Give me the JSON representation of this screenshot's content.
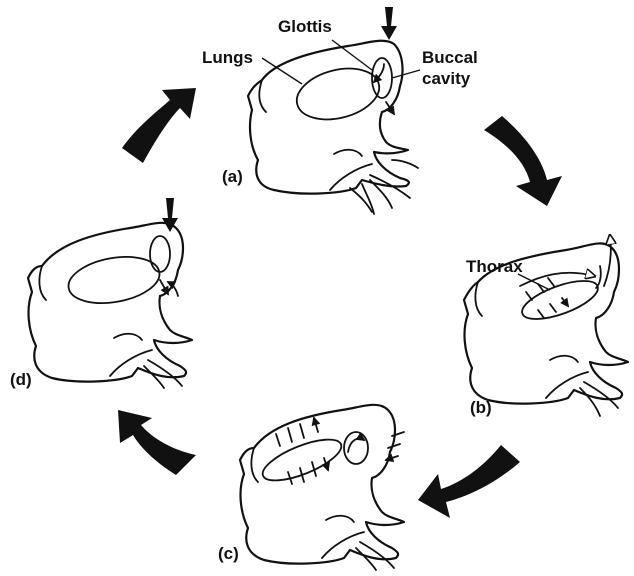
{
  "labels": {
    "glottis": "Glottis",
    "lungs": "Lungs",
    "buccal_1": "Buccal",
    "buccal_2": "cavity",
    "thorax": "Thorax"
  },
  "panels": {
    "a": "(a)",
    "b": "(b)",
    "c": "(c)",
    "d": "(d)"
  },
  "colors": {
    "ink": "#111111",
    "background": "#ffffff"
  }
}
